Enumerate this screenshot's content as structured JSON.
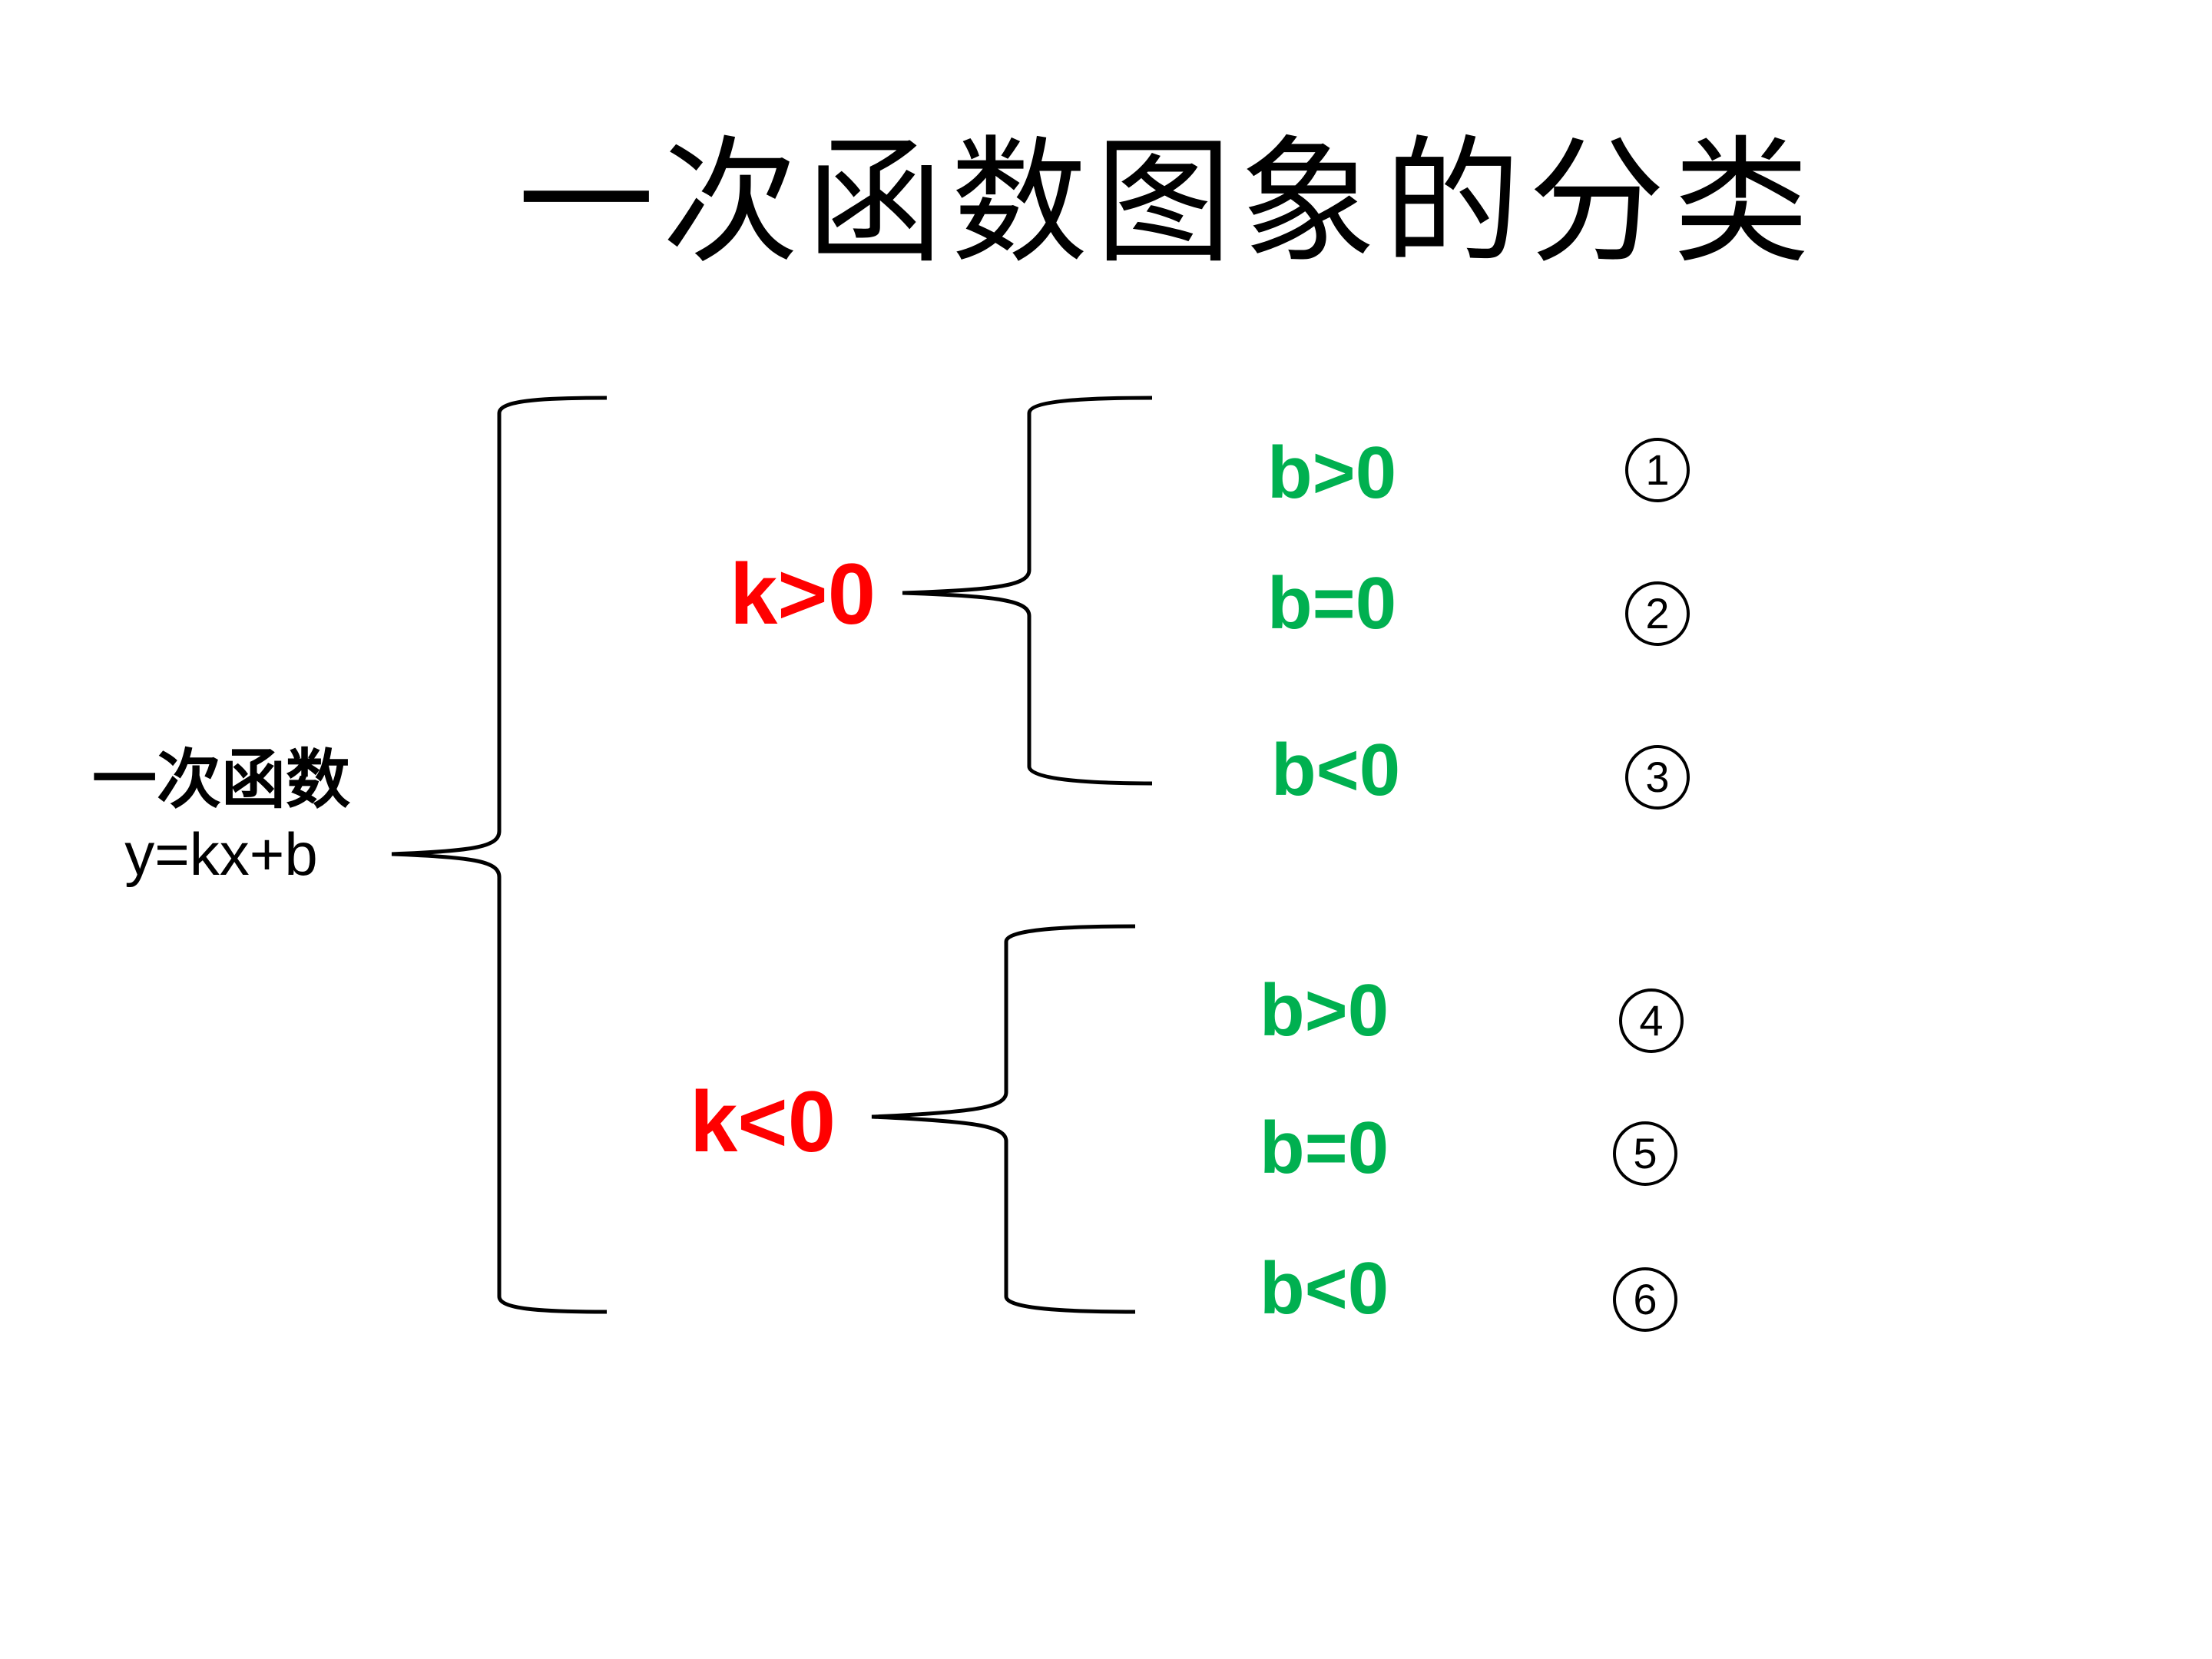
{
  "title": "一次函数图象的分类",
  "root": {
    "name": "一次函数",
    "formula": "y=kx+b"
  },
  "colors": {
    "k_condition": "#ff0000",
    "b_condition": "#00b050",
    "text": "#000000",
    "brace": "#000000"
  },
  "branches": [
    {
      "condition": "k>0",
      "cases": [
        {
          "condition": "b>0",
          "number": "1"
        },
        {
          "condition": "b=0",
          "number": "2"
        },
        {
          "condition": "b<0",
          "number": "3"
        }
      ]
    },
    {
      "condition": "k<0",
      "cases": [
        {
          "condition": "b>0",
          "number": "4"
        },
        {
          "condition": "b=0",
          "number": "5"
        },
        {
          "condition": "b<0",
          "number": "6"
        }
      ]
    }
  ]
}
